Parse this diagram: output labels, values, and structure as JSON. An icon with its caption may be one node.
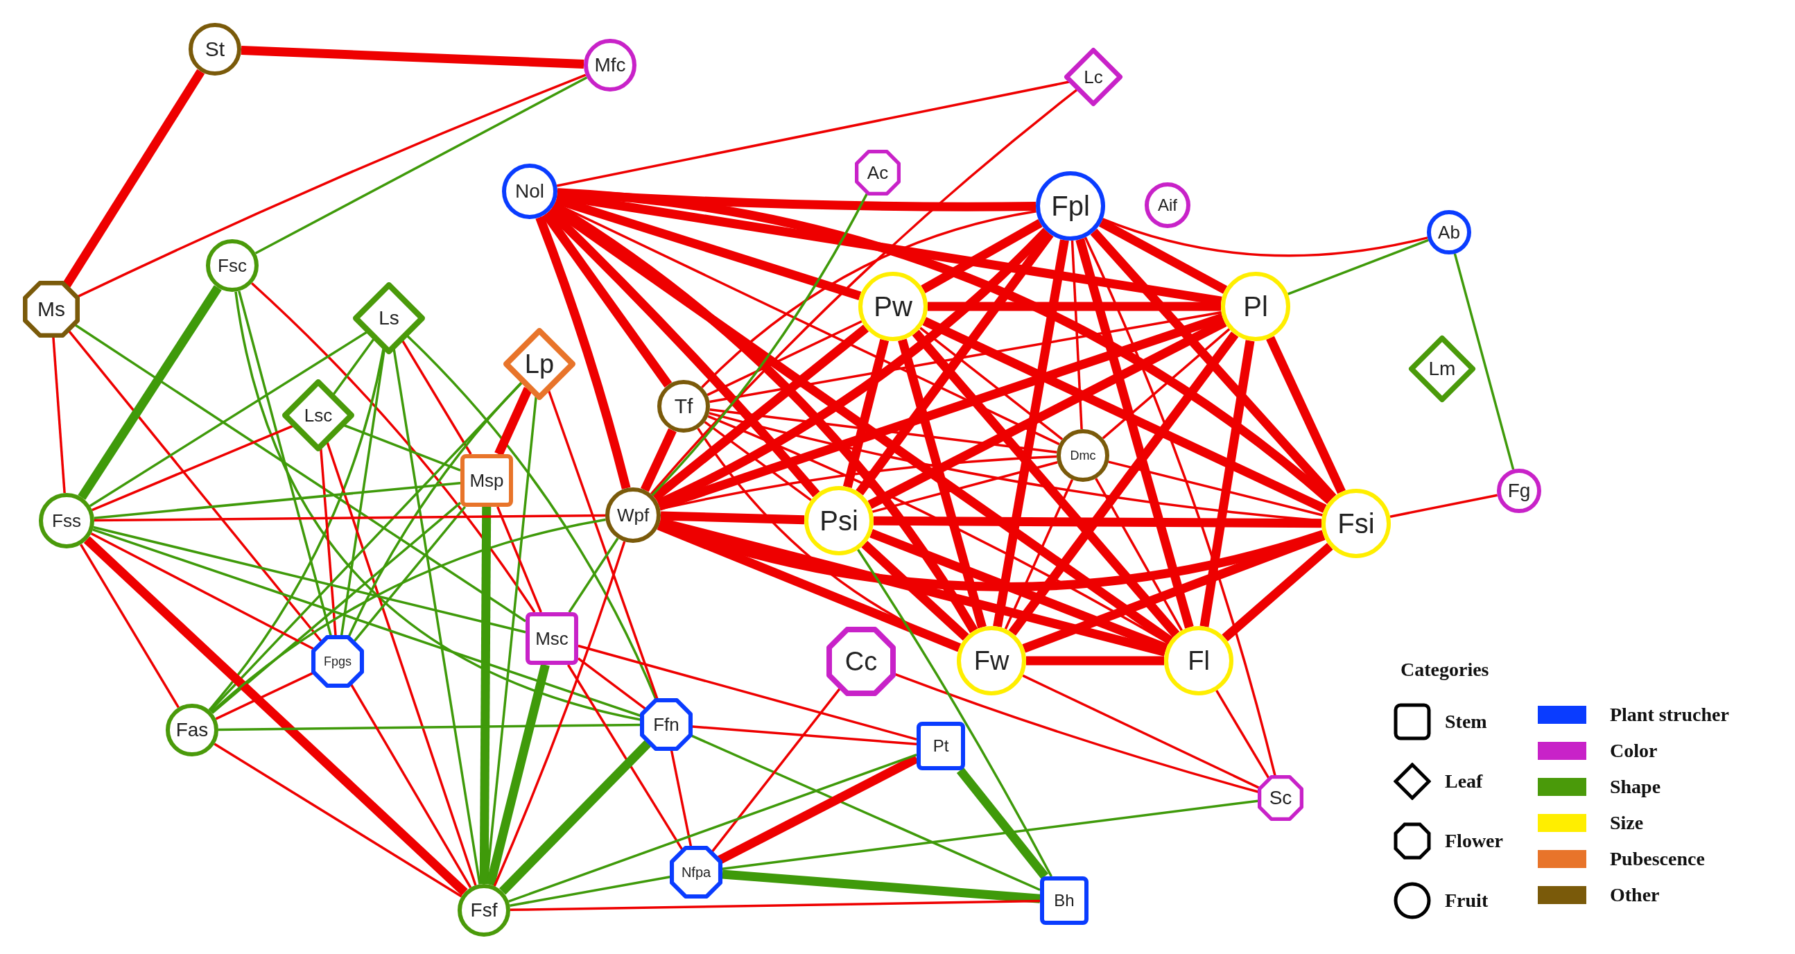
{
  "diagram": {
    "nodes": [
      {
        "text": [
          "St"
        ]
      },
      {
        "text": [
          "Mfc"
        ]
      },
      {
        "text": [
          "Lc"
        ]
      },
      {
        "text": [
          "Ac"
        ]
      },
      {
        "text": [
          "Nol"
        ]
      },
      {
        "text": [
          "Fpl"
        ]
      },
      {
        "text": [
          "Aif"
        ]
      },
      {
        "text": [
          "Ab"
        ]
      },
      {
        "text": [
          "Fsc"
        ]
      },
      {
        "text": [
          "Ms"
        ]
      },
      {
        "text": [
          "Ls"
        ]
      },
      {
        "text": [
          "Pw"
        ]
      },
      {
        "text": [
          "Pl"
        ]
      },
      {
        "text": [
          "Lp"
        ]
      },
      {
        "text": [
          "Lm"
        ]
      },
      {
        "text": [
          "Tf"
        ]
      },
      {
        "text": [
          "Lsc"
        ]
      },
      {
        "text": [
          "Dmc"
        ]
      },
      {
        "text": [
          "Msp"
        ]
      },
      {
        "text": [
          "Fg"
        ]
      },
      {
        "text": [
          "Fss"
        ]
      },
      {
        "text": [
          "Wpf"
        ]
      },
      {
        "text": [
          "Psi"
        ]
      },
      {
        "text": [
          "Fsi"
        ]
      },
      {
        "text": [
          "Msc"
        ]
      },
      {
        "text": [
          "Cc"
        ]
      },
      {
        "text": [
          "Fw"
        ]
      },
      {
        "text": [
          "Fl"
        ]
      },
      {
        "text": [
          "Fpgs"
        ]
      },
      {
        "text": [
          "Fas"
        ]
      },
      {
        "text": [
          "Ffn"
        ]
      },
      {
        "text": [
          "Pt"
        ]
      },
      {
        "text": [
          "Sc"
        ]
      },
      {
        "text": [
          "Nfpa"
        ]
      },
      {
        "text": [
          "Bh"
        ]
      },
      {
        "text": [
          "Fsf"
        ]
      }
    ],
    "edges": [
      {
        "from": 4,
        "to": 5,
        "arrow": "none",
        "style": "thick"
      },
      {
        "from": 4,
        "to": 11,
        "arrow": "none",
        "style": "thick"
      },
      {
        "from": 4,
        "to": 12,
        "arrow": "none",
        "style": "thick"
      },
      {
        "from": 4,
        "to": 15,
        "arrow": "none",
        "style": "thick"
      },
      {
        "from": 4,
        "to": 17,
        "arrow": "none"
      },
      {
        "from": 4,
        "to": 21,
        "arrow": "none",
        "style": "thick"
      },
      {
        "from": 4,
        "to": 22,
        "arrow": "none",
        "style": "thick"
      },
      {
        "from": 4,
        "to": 23,
        "arrow": "none",
        "style": "thick"
      },
      {
        "from": 4,
        "to": 26,
        "arrow": "none",
        "style": "thick"
      },
      {
        "from": 4,
        "to": 27,
        "arrow": "none",
        "style": "thick"
      },
      {
        "from": 5,
        "to": 11,
        "arrow": "none",
        "style": "thick"
      },
      {
        "from": 5,
        "to": 12,
        "arrow": "none",
        "style": "thick"
      },
      {
        "from": 5,
        "to": 15,
        "arrow": "none"
      },
      {
        "from": 5,
        "to": 17,
        "arrow": "none"
      },
      {
        "from": 5,
        "to": 21,
        "arrow": "none",
        "style": "thick"
      },
      {
        "from": 5,
        "to": 22,
        "arrow": "none",
        "style": "thick"
      },
      {
        "from": 5,
        "to": 23,
        "arrow": "none",
        "style": "thick"
      },
      {
        "from": 5,
        "to": 26,
        "arrow": "none",
        "style": "thick"
      },
      {
        "from": 5,
        "to": 27,
        "arrow": "none",
        "style": "thick"
      },
      {
        "from": 11,
        "to": 12,
        "arrow": "none",
        "style": "thick"
      },
      {
        "from": 11,
        "to": 15,
        "arrow": "none"
      },
      {
        "from": 11,
        "to": 17,
        "arrow": "none"
      },
      {
        "from": 11,
        "to": 21,
        "arrow": "none",
        "style": "thick"
      },
      {
        "from": 11,
        "to": 22,
        "arrow": "none",
        "style": "thick"
      },
      {
        "from": 11,
        "to": 23,
        "arrow": "none",
        "style": "thick"
      },
      {
        "from": 11,
        "to": 26,
        "arrow": "none",
        "style": "thick"
      },
      {
        "from": 11,
        "to": 27,
        "arrow": "none",
        "style": "thick"
      },
      {
        "from": 12,
        "to": 15,
        "arrow": "none"
      },
      {
        "from": 12,
        "to": 17,
        "arrow": "none"
      },
      {
        "from": 12,
        "to": 21,
        "arrow": "none",
        "style": "thick"
      },
      {
        "from": 12,
        "to": 22,
        "arrow": "none",
        "style": "thick"
      },
      {
        "from": 12,
        "to": 23,
        "arrow": "none",
        "style": "thick"
      },
      {
        "from": 12,
        "to": 26,
        "arrow": "none",
        "style": "thick"
      },
      {
        "from": 12,
        "to": 27,
        "arrow": "none",
        "style": "thick"
      },
      {
        "from": 15,
        "to": 17,
        "arrow": "none"
      },
      {
        "from": 15,
        "to": 21,
        "arrow": "none",
        "style": "thick"
      },
      {
        "from": 15,
        "to": 22,
        "arrow": "none"
      },
      {
        "from": 15,
        "to": 23,
        "arrow": "none"
      },
      {
        "from": 15,
        "to": 26,
        "arrow": "none"
      },
      {
        "from": 15,
        "to": 27,
        "arrow": "none"
      },
      {
        "from": 17,
        "to": 21,
        "arrow": "none"
      },
      {
        "from": 17,
        "to": 22,
        "arrow": "none"
      },
      {
        "from": 17,
        "to": 23,
        "arrow": "none"
      },
      {
        "from": 17,
        "to": 26,
        "arrow": "none"
      },
      {
        "from": 17,
        "to": 27,
        "arrow": "none"
      },
      {
        "from": 21,
        "to": 22,
        "arrow": "none",
        "style": "thick"
      },
      {
        "from": 21,
        "to": 23,
        "arrow": "none",
        "style": "thick"
      },
      {
        "from": 21,
        "to": 26,
        "arrow": "none",
        "style": "thick"
      },
      {
        "from": 21,
        "to": 27,
        "arrow": "none",
        "style": "thick"
      },
      {
        "from": 22,
        "to": 23,
        "arrow": "none",
        "style": "thick"
      },
      {
        "from": 22,
        "to": 26,
        "arrow": "none",
        "style": "thick"
      },
      {
        "from": 22,
        "to": 27,
        "arrow": "none",
        "style": "thick"
      },
      {
        "from": 23,
        "to": 26,
        "arrow": "none",
        "style": "thick"
      },
      {
        "from": 23,
        "to": 27,
        "arrow": "none",
        "style": "thick"
      },
      {
        "from": 26,
        "to": 27,
        "arrow": "none",
        "style": "thick"
      },
      {
        "from": 0,
        "to": 1,
        "arrow": "none",
        "style": "thick"
      },
      {
        "from": 0,
        "to": 9,
        "arrow": "none",
        "style": "thick"
      },
      {
        "from": 9,
        "to": 1,
        "arrow": "none"
      },
      {
        "from": 9,
        "to": 20,
        "arrow": "none"
      },
      {
        "from": 9,
        "to": 28,
        "arrow": "none"
      },
      {
        "from": 9,
        "to": 24,
        "arrow": "none",
        "color": "#3f9a0a"
      },
      {
        "from": 8,
        "to": 1,
        "arrow": "none",
        "color": "#3f9a0a"
      },
      {
        "from": 8,
        "to": 20,
        "arrow": "none",
        "style": "thick",
        "color": "#3f9a0a"
      },
      {
        "from": 8,
        "to": 28,
        "arrow": "none",
        "color": "#3f9a0a"
      },
      {
        "from": 8,
        "to": 30,
        "arrow": "none",
        "color": "#3f9a0a"
      },
      {
        "from": 8,
        "to": 24,
        "arrow": "none"
      },
      {
        "from": 10,
        "to": 16,
        "arrow": "none",
        "color": "#3f9a0a"
      },
      {
        "from": 10,
        "to": 20,
        "arrow": "none",
        "color": "#3f9a0a"
      },
      {
        "from": 10,
        "to": 28,
        "arrow": "none",
        "color": "#3f9a0a"
      },
      {
        "from": 10,
        "to": 35,
        "arrow": "none",
        "color": "#3f9a0a"
      },
      {
        "from": 10,
        "to": 18,
        "arrow": "none"
      },
      {
        "from": 10,
        "to": 30,
        "arrow": "none",
        "color": "#3f9a0a"
      },
      {
        "from": 10,
        "to": 29,
        "arrow": "none",
        "color": "#3f9a0a"
      },
      {
        "from": 16,
        "to": 20,
        "arrow": "none"
      },
      {
        "from": 16,
        "to": 28,
        "arrow": "none"
      },
      {
        "from": 16,
        "to": 18,
        "arrow": "none",
        "color": "#3f9a0a"
      },
      {
        "from": 16,
        "to": 35,
        "arrow": "none"
      },
      {
        "from": 13,
        "to": 18,
        "arrow": "none",
        "style": "thick"
      },
      {
        "from": 13,
        "to": 35,
        "arrow": "none",
        "color": "#3f9a0a"
      },
      {
        "from": 13,
        "to": 30,
        "arrow": "none"
      },
      {
        "from": 13,
        "to": 28,
        "arrow": "none",
        "color": "#3f9a0a"
      },
      {
        "from": 13,
        "to": 29,
        "arrow": "none",
        "color": "#3f9a0a"
      },
      {
        "from": 18,
        "to": 20,
        "arrow": "none",
        "color": "#3f9a0a"
      },
      {
        "from": 18,
        "to": 35,
        "arrow": "none",
        "style": "thick",
        "color": "#3f9a0a"
      },
      {
        "from": 18,
        "to": 28,
        "arrow": "none",
        "color": "#3f9a0a"
      },
      {
        "from": 18,
        "to": 24,
        "arrow": "none"
      },
      {
        "from": 18,
        "to": 29,
        "arrow": "none",
        "color": "#3f9a0a"
      },
      {
        "from": 20,
        "to": 21,
        "arrow": "none"
      },
      {
        "from": 20,
        "to": 35,
        "arrow": "none",
        "style": "thick"
      },
      {
        "from": 20,
        "to": 29,
        "arrow": "none"
      },
      {
        "from": 20,
        "to": 28,
        "arrow": "none"
      },
      {
        "from": 20,
        "to": 24,
        "arrow": "none",
        "color": "#3f9a0a"
      },
      {
        "from": 20,
        "to": 30,
        "arrow": "none",
        "color": "#3f9a0a"
      },
      {
        "from": 29,
        "to": 35,
        "arrow": "none"
      },
      {
        "from": 29,
        "to": 28,
        "arrow": "none"
      },
      {
        "from": 29,
        "to": 30,
        "arrow": "none",
        "color": "#3f9a0a"
      },
      {
        "from": 29,
        "to": 21,
        "arrow": "none",
        "color": "#3f9a0a"
      },
      {
        "from": 28,
        "to": 35,
        "arrow": "none"
      },
      {
        "from": 24,
        "to": 35,
        "arrow": "none",
        "style": "thick",
        "color": "#3f9a0a"
      },
      {
        "from": 24,
        "to": 30,
        "arrow": "none"
      },
      {
        "from": 24,
        "to": 31,
        "arrow": "none"
      },
      {
        "from": 24,
        "to": 33,
        "arrow": "none"
      },
      {
        "from": 21,
        "to": 35,
        "arrow": "none"
      },
      {
        "from": 21,
        "to": 24,
        "arrow": "none",
        "color": "#3f9a0a"
      },
      {
        "from": 30,
        "to": 35,
        "arrow": "none",
        "style": "thick",
        "color": "#3f9a0a"
      },
      {
        "from": 30,
        "to": 33,
        "arrow": "none"
      },
      {
        "from": 30,
        "to": 31,
        "arrow": "none"
      },
      {
        "from": 30,
        "to": 34,
        "arrow": "none",
        "color": "#3f9a0a"
      },
      {
        "from": 25,
        "to": 33,
        "arrow": "none"
      },
      {
        "from": 25,
        "to": 32,
        "arrow": "none"
      },
      {
        "from": 22,
        "to": 34,
        "arrow": "none",
        "color": "#3f9a0a"
      },
      {
        "from": 33,
        "to": 31,
        "arrow": "none",
        "style": "thick"
      },
      {
        "from": 33,
        "to": 34,
        "arrow": "none",
        "style": "thick",
        "color": "#3f9a0a"
      },
      {
        "from": 33,
        "to": 35,
        "arrow": "none",
        "color": "#3f9a0a"
      },
      {
        "from": 31,
        "to": 34,
        "arrow": "none",
        "style": "thick",
        "color": "#3f9a0a"
      },
      {
        "from": 31,
        "to": 35,
        "arrow": "none",
        "color": "#3f9a0a"
      },
      {
        "from": 34,
        "to": 35,
        "arrow": "none"
      },
      {
        "from": 33,
        "to": 32,
        "arrow": "none",
        "color": "#3f9a0a"
      },
      {
        "from": 26,
        "to": 32,
        "arrow": "none"
      },
      {
        "from": 27,
        "to": 32,
        "arrow": "none"
      },
      {
        "from": 5,
        "to": 32,
        "arrow": "none"
      },
      {
        "from": 2,
        "to": 21,
        "arrow": "none"
      },
      {
        "from": 2,
        "to": 4,
        "arrow": "none"
      },
      {
        "from": 3,
        "to": 21,
        "arrow": "none",
        "color": "#3f9a0a"
      },
      {
        "from": 7,
        "to": 19,
        "arrow": "none",
        "color": "#3f9a0a"
      },
      {
        "from": 7,
        "to": 12,
        "arrow": "none",
        "color": "#3f9a0a"
      },
      {
        "from": 7,
        "to": 5,
        "arrow": "none"
      },
      {
        "from": 19,
        "to": 23,
        "arrow": "none"
      }
    ],
    "labels": [
      "Categories"
    ],
    "legend": [
      {
        "text": "Stem"
      },
      {
        "text": "Leaf"
      },
      {
        "text": "Flower"
      },
      {
        "text": "Fruit"
      },
      {
        "text": "Plant strucher",
        "color": "#0a3cff"
      },
      {
        "text": "Color",
        "color": "#c822c8"
      },
      {
        "text": "Shape",
        "color": "#4a9a0a"
      },
      {
        "text": "Size",
        "color": "#ffee00"
      },
      {
        "text": "Pubescence",
        "color": "#e8742a"
      },
      {
        "text": "Other",
        "color": "#7a5a0a"
      }
    ]
  }
}
